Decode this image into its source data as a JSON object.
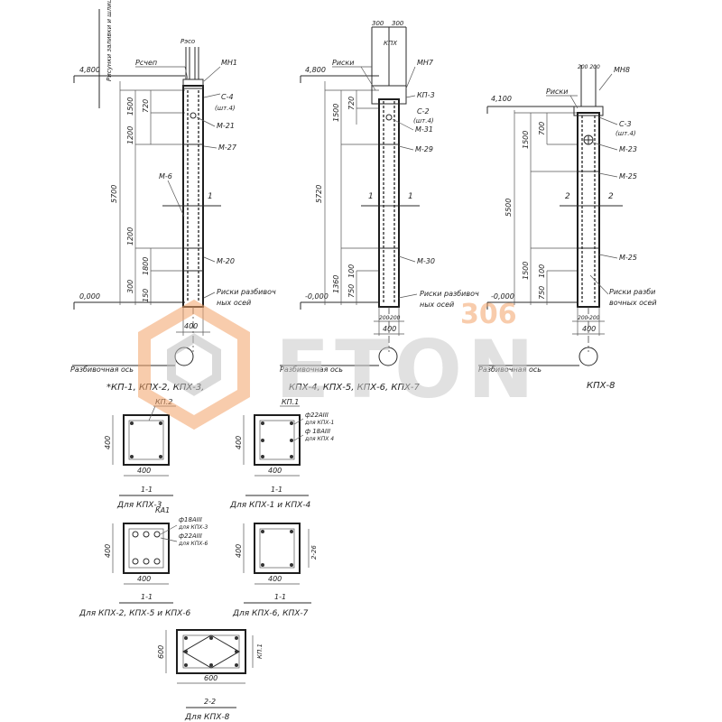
{
  "elevations": {
    "c1_top": "4,800",
    "c1_bottom": "0,000",
    "c2_top": "4,800",
    "c2_bottom": "-0,000",
    "c3_top": "4,100",
    "c3_bottom": "-0,000"
  },
  "column1": {
    "top_label": "Рсчеп",
    "top_label_small": "Рэсо",
    "side_text": "Рисунки заливки и шлицы выпуска",
    "marks": {
      "mn1": "МН1",
      "c4": "С-4",
      "c4_qty": "(шт.4)",
      "m21": "М-21",
      "m27": "М-27",
      "m6": "М-6",
      "m20": "М-20",
      "sec": "1"
    },
    "dims": {
      "total": "5700",
      "d1500": "1500",
      "d720": "720",
      "d1200a": "1200",
      "d1200b": "1200",
      "d1800": "1800",
      "d300": "300",
      "d150": "150"
    },
    "bottom_note_1": "Риски разбивоч",
    "bottom_note_2": "ных осей",
    "width": "400",
    "axis_label": "Разбивочная ось",
    "title": "*КП-1, КПХ-2, КПХ-3,"
  },
  "column2": {
    "top_dims": [
      "300",
      "300"
    ],
    "top_label": "Риски",
    "top_small": "КПХ",
    "marks": {
      "mn7": "МН7",
      "kp3": "КП-3",
      "c2": "С-2",
      "c2_qty": "(шт.4)",
      "m31": "М-31",
      "m29": "М-29",
      "m30": "М-30",
      "sec": "1"
    },
    "dims": {
      "total": "5720",
      "d1500": "1500",
      "d720": "720",
      "d1360": "1360",
      "d750": "750",
      "d100": "100"
    },
    "bottom_note_1": "Риски разбивоч",
    "bottom_note_2": "ных осей",
    "bot_dims": [
      "200",
      "200"
    ],
    "width": "400",
    "axis_label": "Разбивочная ось",
    "title": "КПХ-4, КПХ-5, КПХ-6, КПХ-7"
  },
  "column3": {
    "top_dims": "200 200",
    "top_label": "Риски",
    "marks": {
      "mn8": "МН8",
      "c3": "С-3",
      "c3_qty": "(шт.4)",
      "m23": "М-23",
      "m25a": "М-25",
      "m25b": "М-25",
      "sec": "2"
    },
    "dims": {
      "total": "5500",
      "d1500": "1500",
      "d700": "700",
      "d1500b": "1500",
      "d750": "750",
      "d100": "100"
    },
    "bottom_note_1": "Риски разби",
    "bottom_note_2": "вочных осей",
    "bot_dims": [
      "200",
      "200"
    ],
    "width": "400",
    "axis_label": "Разбивочная ось",
    "title": "КПХ-8"
  },
  "sections": {
    "s1": {
      "mark": "КП.2",
      "w": "400",
      "h": "400",
      "cut": "1-1",
      "caption": "Для КПХ-3"
    },
    "s2": {
      "mark": "КП.1",
      "n1": "ф22АIII",
      "n1b": "для КПХ-1",
      "n2": "ф 18АIII",
      "n2b": "для КПХ 4",
      "w": "400",
      "h": "400",
      "cut": "1-1",
      "caption": "Для КПХ-1 и КПХ-4"
    },
    "s3": {
      "mark": "КА1",
      "n1": "ф18АIII",
      "n1b": "для КПХ-3",
      "n2": "ф22АIII",
      "n2b": "для КПХ-6",
      "w": "400",
      "h": "400",
      "cut": "1-1",
      "caption": "Для КПХ-2, КПХ-5 и КПХ-6"
    },
    "s4": {
      "side": "2-26",
      "w": "400",
      "h": "400",
      "cut": "1-1",
      "caption": "Для КПХ-6, КПХ-7"
    },
    "s5": {
      "side": "КП.1",
      "w": "600",
      "h": "600",
      "cut": "2-2",
      "caption": "Для КПХ-8"
    }
  },
  "watermark": {
    "num": "306",
    "brand": "ETON"
  }
}
